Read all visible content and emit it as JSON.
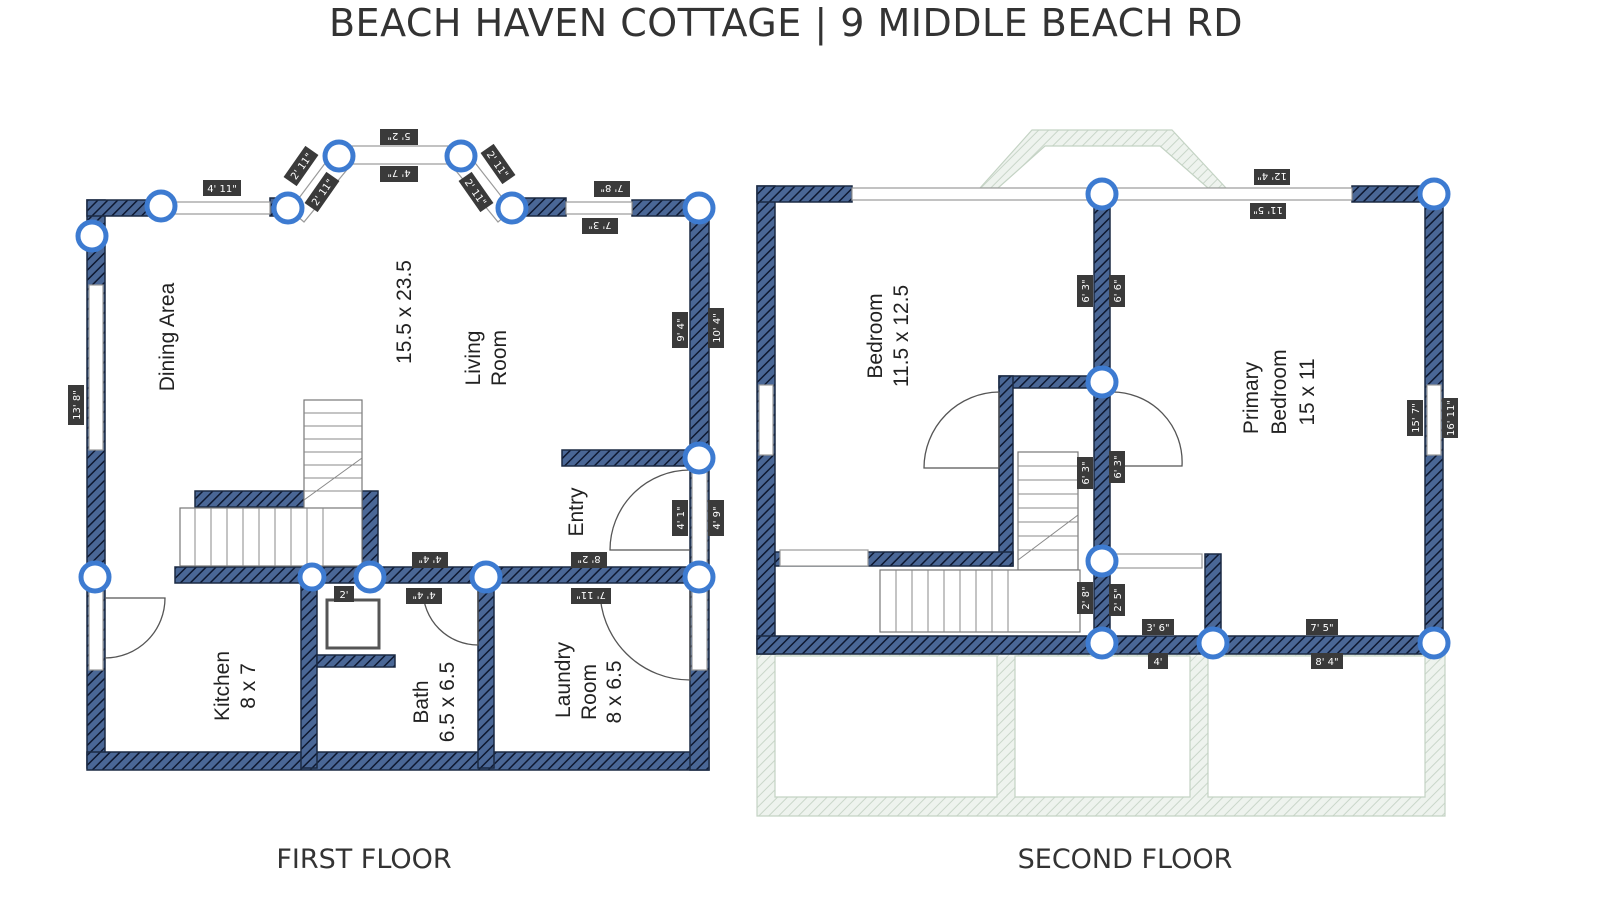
{
  "title": "BEACH HAVEN COTTAGE | 9 MIDDLE BEACH RD",
  "floors": {
    "first": {
      "label": "FIRST FLOOR",
      "rooms": {
        "dining": {
          "name": "Dining Area"
        },
        "living": {
          "name_line1": "Living",
          "name_line2": "Room",
          "size": "15.5 x 23.5"
        },
        "entry": {
          "name": "Entry"
        },
        "kitchen": {
          "name": "Kitchen",
          "size": "8 x 7"
        },
        "bath": {
          "name": "Bath",
          "size": "6.5 x 6.5"
        },
        "laundry": {
          "name_line1": "Laundry",
          "name_line2": "Room",
          "size": "8 x 6.5"
        }
      },
      "dimension_tags": [
        "4' 11\"",
        "2' 11\"",
        "2' 11\"",
        "5' 2\"",
        "4' 7\"",
        "2' 11\"",
        "2' 11\"",
        "7' 8\"",
        "7' 3\"",
        "9' 4\"",
        "10' 4\"",
        "13' 8\"",
        "4' 1\"",
        "4' 9\"",
        "4' 4\"",
        "8' 2\"",
        "2'",
        "4' 4\"",
        "7' 11\""
      ]
    },
    "second": {
      "label": "SECOND FLOOR",
      "rooms": {
        "bedroom": {
          "name": "Bedroom",
          "size": "11.5 x 12.5"
        },
        "primary": {
          "name_line1": "Primary",
          "name_line2": "Bedroom",
          "size": "15 x 11"
        }
      },
      "dimension_tags": [
        "12' 4\"",
        "11' 5\"",
        "6' 3\"",
        "6' 6\"",
        "6' 3\"",
        "6' 3\"",
        "15' 7\"",
        "16' 11\"",
        "2' 8\"",
        "2' 5\"",
        "3' 6\"",
        "7' 5\"",
        "4'",
        "8' 4\""
      ]
    }
  },
  "colors": {
    "wall": "#1b2a44",
    "node": "#3d7bd1",
    "ghost": "#c4d3c4",
    "tag": "#3a3a3a"
  }
}
